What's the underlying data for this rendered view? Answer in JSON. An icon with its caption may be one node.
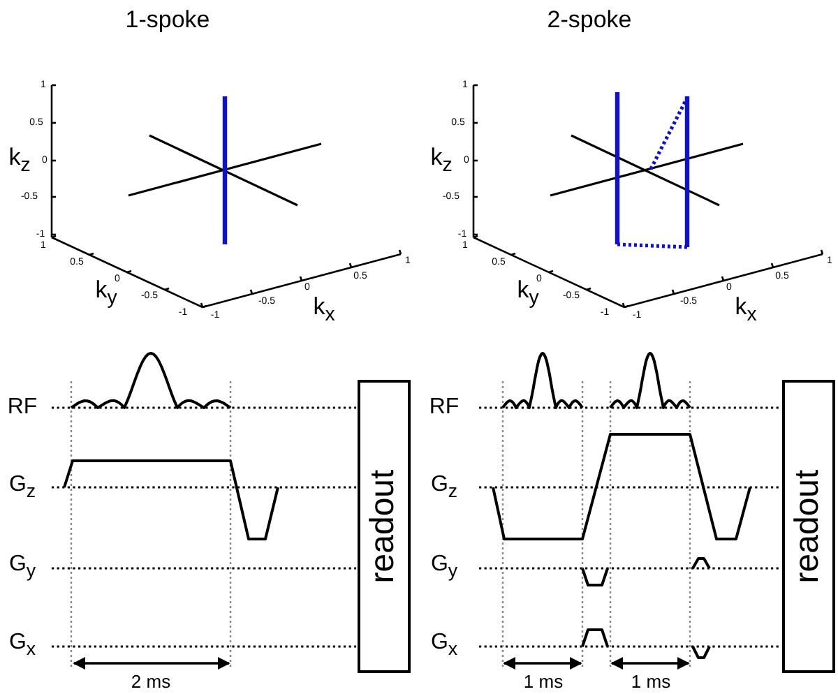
{
  "diagram": {
    "nodes": [
      {
        "text": [
          "readout"
        ]
      },
      {
        "text": [
          "readout"
        ]
      }
    ],
    "edges": [],
    "labels": [
      "1-spoke",
      "2-spoke",
      "1",
      "0.5",
      "0",
      "-0.5",
      "-1",
      "k$_{z}$",
      "1",
      "0.5",
      "0",
      "-0.5",
      "-1",
      "k$_{y}$",
      "-1",
      "-0.5",
      "0",
      "0.5",
      "1",
      "k$_{x}$",
      "1",
      "0.5",
      "0",
      "-0.5",
      "-1",
      "k$_{z}$",
      "1",
      "0.5",
      "0",
      "-0.5",
      "-1",
      "k$_{y}$",
      "-1",
      "-0.5",
      "0",
      "0.5",
      "1",
      "k$_{x}$",
      "RF",
      "G$_{z}$",
      "G$_{y}$",
      "G$_{x}$",
      "2 ms",
      "RF",
      "G$_{z}$",
      "G$_{y}$",
      "G$_{x}$",
      "1 ms",
      "1 ms"
    ]
  }
}
